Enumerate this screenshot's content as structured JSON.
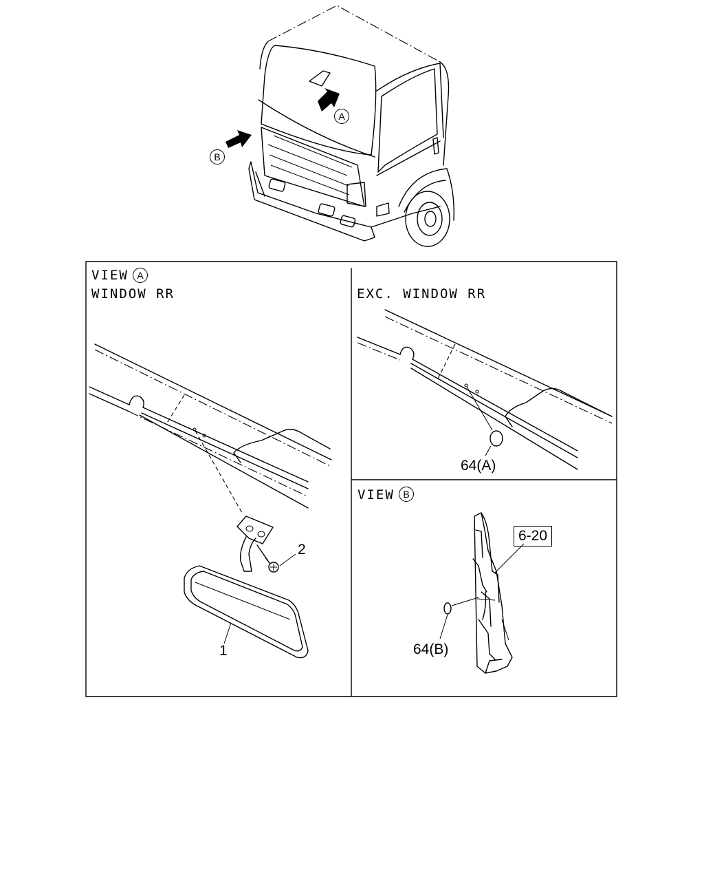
{
  "callouts": {
    "view_a_marker": "A",
    "view_b_marker": "B"
  },
  "panel_a": {
    "view_prefix": "VIEW",
    "view_letter": "A",
    "subtitle": "WINDOW RR",
    "part_1": "1",
    "part_2": "2"
  },
  "panel_exc": {
    "subtitle": "EXC. WINDOW RR",
    "part_64a": "64(A)"
  },
  "panel_b": {
    "view_prefix": "VIEW",
    "view_letter": "B",
    "ref_box": "6-20",
    "part_64b": "64(B)"
  }
}
